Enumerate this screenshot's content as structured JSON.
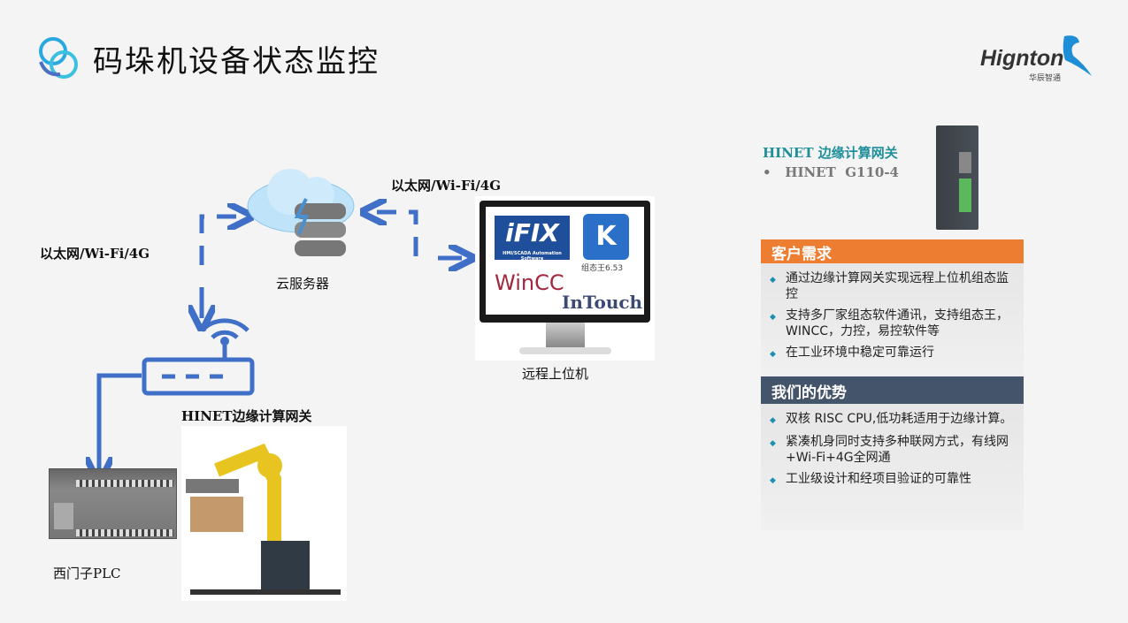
{
  "header": {
    "title": "码垛机设备状态监控",
    "logo_text": "Hignton",
    "logo_sub": "华辰智通"
  },
  "diagram": {
    "cloud_label": "云服务器",
    "link_label_top": "以太网/Wi-Fi/4G",
    "link_label_left": "以太网/Wi-Fi/4G",
    "gateway_label": "HINET边缘计算网关",
    "plc_label": "西门子PLC",
    "monitor_label": "远程上位机",
    "software": {
      "ifix": "iFIX",
      "ifix_sub": "HMI/SCADA Automation Software",
      "kingview": "组态王6.53",
      "wincc": "WinCC",
      "intouch": "InTouch"
    },
    "arrow_color": "#3f6fc6"
  },
  "product": {
    "title": "HINET 边缘计算网关",
    "model": "HINET  G110-4"
  },
  "needs": {
    "header": "客户需求",
    "color": "#ed7d31",
    "items": [
      "通过边缘计算网关实现远程上位机组态监控",
      "支持多厂家组态软件通讯，支持组态王，WINCC，力控，易控软件等",
      "在工业环境中稳定可靠运行"
    ]
  },
  "advantages": {
    "header": "我们的优势",
    "color": "#44546a",
    "items": [
      "双核 RISC CPU,低功耗适用于边缘计算。",
      "紧凑机身同时支持多种联网方式，有线网+Wi-Fi+4G全网通",
      "工业级设计和经项目验证的可靠性"
    ]
  }
}
